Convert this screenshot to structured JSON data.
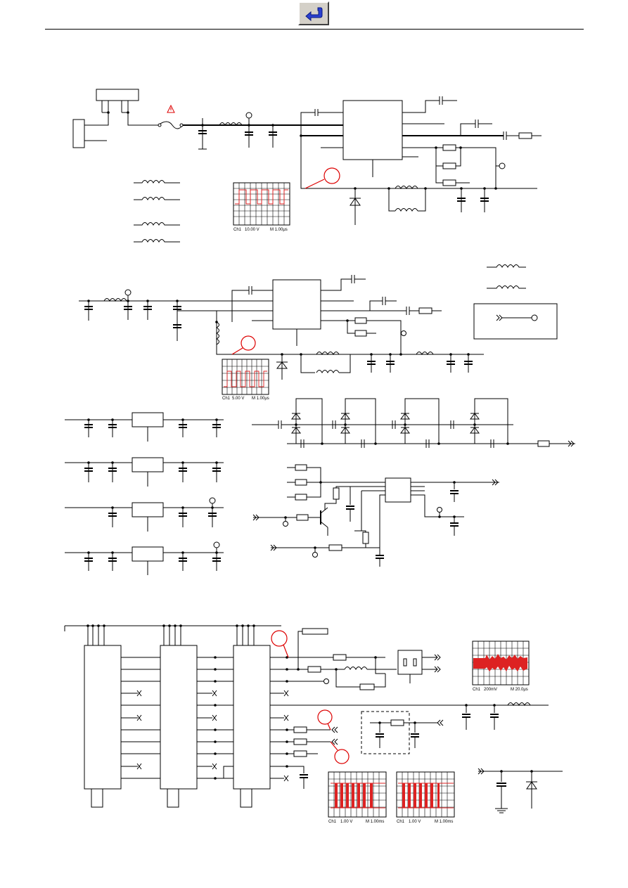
{
  "nav": {
    "back_icon": "return-arrow-icon",
    "button_color": "#2a3fd0"
  },
  "colors": {
    "waveform": "#dd2222",
    "marker": "#dd0000",
    "lines": "#000000"
  },
  "scopes": {
    "scope1": {
      "channel": "Ch1",
      "volts": "10.00 V",
      "time": "M 1.00μs"
    },
    "scope2": {
      "channel": "Ch1",
      "volts": "5.00 V",
      "time": "M 1.00μs"
    },
    "scope3": {
      "channel": "Ch1",
      "volts": "200mV",
      "time": "M 20.0μs"
    },
    "scope4": {
      "channel": "Ch1",
      "volts": "1.00 V",
      "time": "M 1.00ms"
    },
    "scope5": {
      "channel": "Ch1",
      "volts": "1.00 V",
      "time": "M 1.00ms"
    }
  }
}
